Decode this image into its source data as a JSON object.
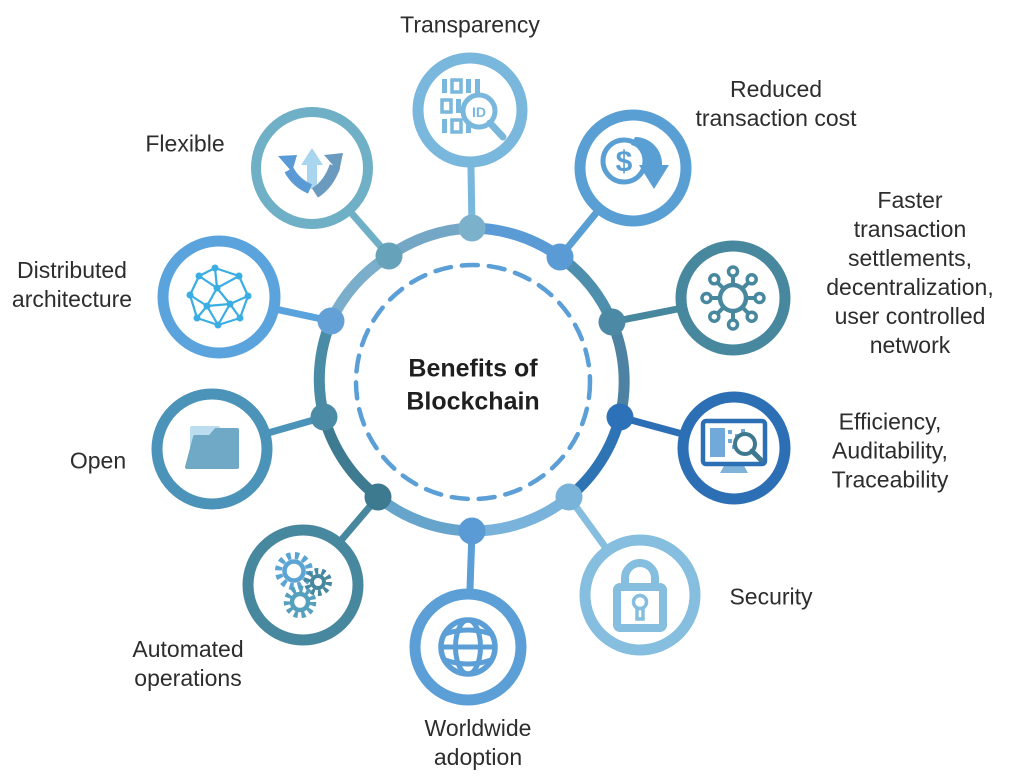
{
  "center": {
    "label": "Benefits of\nBlockchain",
    "text_color": "#1f1f1f",
    "dashed_ring_color": "#5b9fd6"
  },
  "hub": {
    "segments": [
      "#5b9bd5",
      "#4e8fae",
      "#4d82a2",
      "#2e74b5",
      "#79b3dc",
      "#66a4cc",
      "#3e7a90",
      "#4a8ba6",
      "#7aaecb",
      "#74a7c6"
    ]
  },
  "nodes": [
    {
      "id": "transparency",
      "label": "Transparency",
      "icon": "id-search-icon",
      "icon_text": "ID",
      "color": "#7ab7dc",
      "dot_color": "#7cb1cc"
    },
    {
      "id": "reduced-transaction-cost",
      "label": "Reduced\ntransaction cost",
      "icon": "dollar-down-arrow-icon",
      "icon_text": "$",
      "color": "#5a9fd4",
      "dot_color": "#5b9bd5"
    },
    {
      "id": "faster-settlements",
      "label": "Faster transaction\nsettlements,\ndecentralization,\nuser controlled\nnetwork",
      "icon": "network-hub-icon",
      "color": "#47889e",
      "dot_color": "#4c89a4"
    },
    {
      "id": "efficiency",
      "label": "Efficiency,\nAuditability,\nTraceability",
      "icon": "monitor-search-icon",
      "color": "#2d6fb5",
      "dot_color": "#2d72b8"
    },
    {
      "id": "security",
      "label": "Security",
      "icon": "padlock-icon",
      "color": "#85bede",
      "dot_color": "#7ab3d9"
    },
    {
      "id": "worldwide-adoption",
      "label": "Worldwide\nadoption",
      "icon": "globe-icon",
      "color": "#5b9fd6",
      "dot_color": "#5b9bd5"
    },
    {
      "id": "automated-operations",
      "label": "Automated\noperations",
      "icon": "gears-icon",
      "color": "#47889e",
      "dot_color": "#3d7a90"
    },
    {
      "id": "open",
      "label": "Open",
      "icon": "folder-icon",
      "color": "#4b93b8",
      "dot_color": "#4b8ba6"
    },
    {
      "id": "distributed-architecture",
      "label": "Distributed\narchitecture",
      "icon": "mesh-network-icon",
      "color": "#5ba3dc",
      "dot_color": "#62a0d5"
    },
    {
      "id": "flexible",
      "label": "Flexible",
      "icon": "branch-arrows-icon",
      "color": "#6fb0c6",
      "dot_color": "#66a2ba"
    }
  ]
}
